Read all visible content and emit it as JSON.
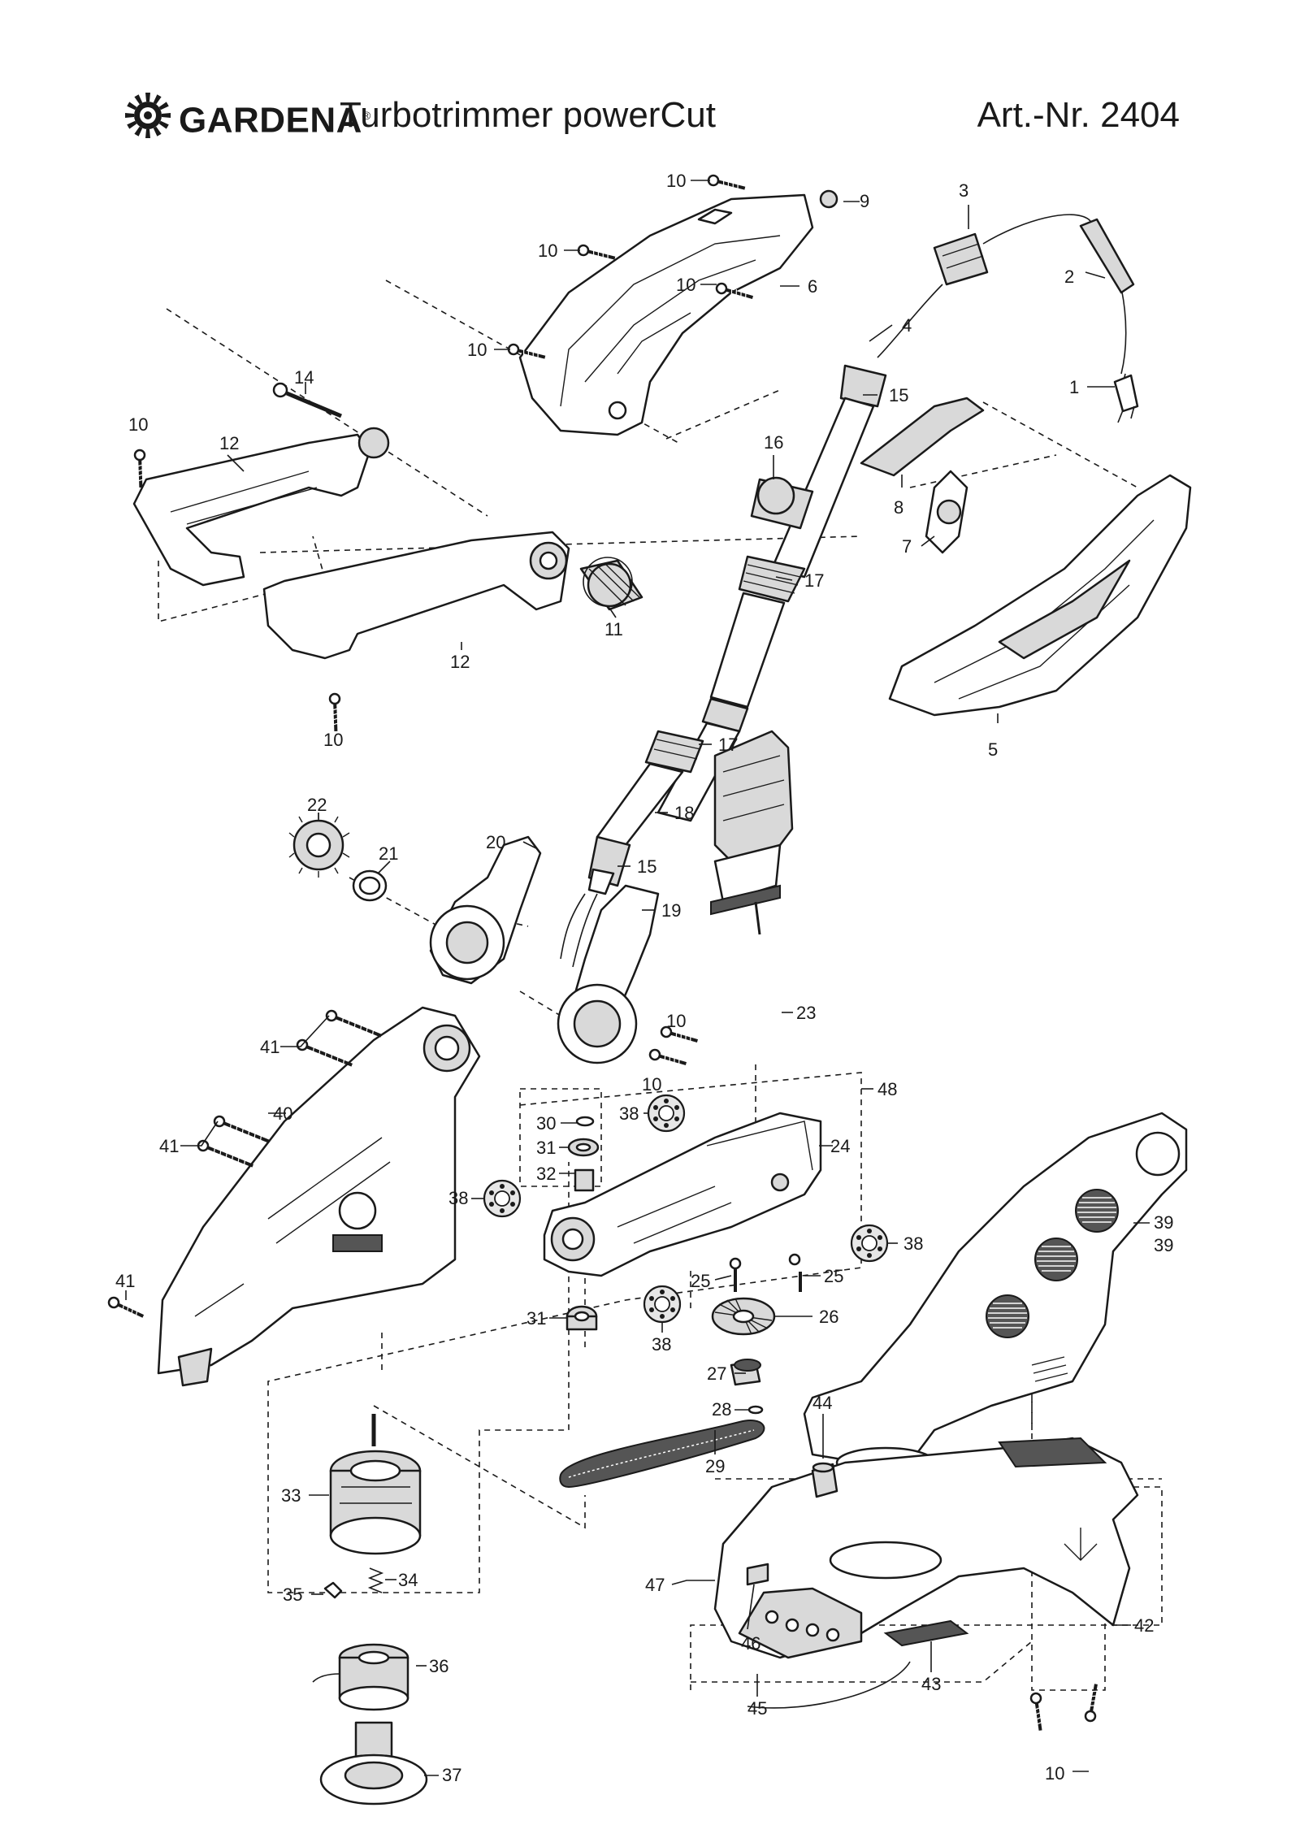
{
  "header": {
    "brand": "GARDENA",
    "reg_mark": "®",
    "product": "Turbotrimmer powerCut",
    "article": "Art.-Nr. 2404",
    "logo_icon": "gear-sun-icon"
  },
  "callouts": [
    {
      "id": "c10a",
      "label": "10"
    },
    {
      "id": "c9",
      "label": "9"
    },
    {
      "id": "c3",
      "label": "3"
    },
    {
      "id": "c10b",
      "label": "10"
    },
    {
      "id": "c6",
      "label": "6"
    },
    {
      "id": "c2",
      "label": "2"
    },
    {
      "id": "c10c",
      "label": "10"
    },
    {
      "id": "c4",
      "label": "4"
    },
    {
      "id": "c10d",
      "label": "10"
    },
    {
      "id": "c14",
      "label": "14"
    },
    {
      "id": "c1",
      "label": "1"
    },
    {
      "id": "c15a",
      "label": "15"
    },
    {
      "id": "c10e",
      "label": "10"
    },
    {
      "id": "c12a",
      "label": "12"
    },
    {
      "id": "c16",
      "label": "16"
    },
    {
      "id": "c8",
      "label": "8"
    },
    {
      "id": "c7",
      "label": "7"
    },
    {
      "id": "c17a",
      "label": "17"
    },
    {
      "id": "c11",
      "label": "11"
    },
    {
      "id": "c12b",
      "label": "12"
    },
    {
      "id": "c5",
      "label": "5"
    },
    {
      "id": "c10f",
      "label": "10"
    },
    {
      "id": "c17b",
      "label": "17"
    },
    {
      "id": "c22",
      "label": "22"
    },
    {
      "id": "c18",
      "label": "18"
    },
    {
      "id": "c20",
      "label": "20"
    },
    {
      "id": "c21",
      "label": "21"
    },
    {
      "id": "c15b",
      "label": "15"
    },
    {
      "id": "c19",
      "label": "19"
    },
    {
      "id": "c23",
      "label": "23"
    },
    {
      "id": "c10g",
      "label": "10"
    },
    {
      "id": "c41a",
      "label": "41"
    },
    {
      "id": "c10h",
      "label": "10"
    },
    {
      "id": "c48",
      "label": "48"
    },
    {
      "id": "c38a",
      "label": "38"
    },
    {
      "id": "c40",
      "label": "40"
    },
    {
      "id": "c30",
      "label": "30"
    },
    {
      "id": "c31a",
      "label": "31"
    },
    {
      "id": "c24",
      "label": "24"
    },
    {
      "id": "c41b",
      "label": "41"
    },
    {
      "id": "c32",
      "label": "32"
    },
    {
      "id": "c39a",
      "label": "39"
    },
    {
      "id": "c39b",
      "label": "39"
    },
    {
      "id": "c38b",
      "label": "38"
    },
    {
      "id": "c38c",
      "label": "38"
    },
    {
      "id": "c25a",
      "label": "25"
    },
    {
      "id": "c25b",
      "label": "25"
    },
    {
      "id": "c41c",
      "label": "41"
    },
    {
      "id": "c31b",
      "label": "31"
    },
    {
      "id": "c26",
      "label": "26"
    },
    {
      "id": "c38d",
      "label": "38"
    },
    {
      "id": "c27",
      "label": "27"
    },
    {
      "id": "c28",
      "label": "28"
    },
    {
      "id": "c29",
      "label": "29"
    },
    {
      "id": "c44",
      "label": "44"
    },
    {
      "id": "c33",
      "label": "33"
    },
    {
      "id": "c47",
      "label": "47"
    },
    {
      "id": "c34",
      "label": "34"
    },
    {
      "id": "c35",
      "label": "35"
    },
    {
      "id": "c42",
      "label": "42"
    },
    {
      "id": "c46",
      "label": "46"
    },
    {
      "id": "c36",
      "label": "36"
    },
    {
      "id": "c43",
      "label": "43"
    },
    {
      "id": "c45",
      "label": "45"
    },
    {
      "id": "c37",
      "label": "37"
    },
    {
      "id": "c10i",
      "label": "10"
    }
  ]
}
